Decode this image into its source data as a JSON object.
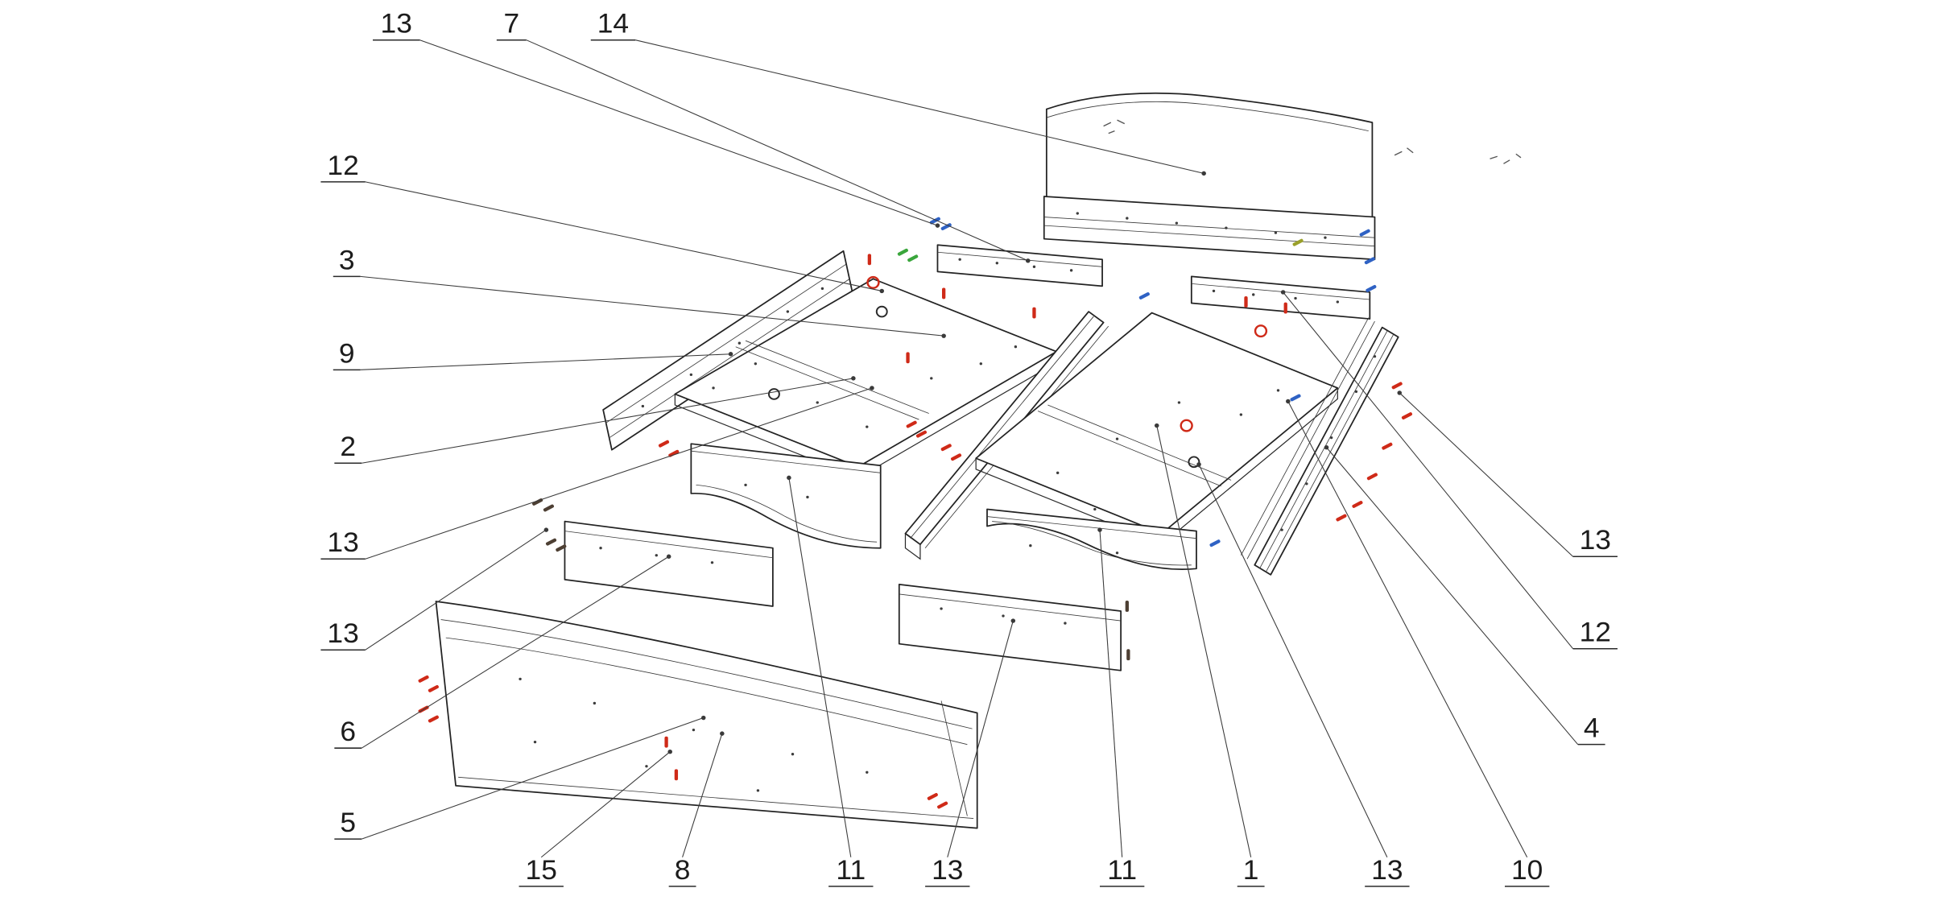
{
  "meta": {
    "kind": "exploded-assembly-drawing",
    "subject": "furniture (bed with drawers) exploded isometric view with numbered callouts",
    "background_color": "#ffffff",
    "line_color": "#232323"
  },
  "fastener_colors": {
    "red": "#cf2a18",
    "blue": "#2f62c4",
    "green": "#3aa63c",
    "dark": "#4d3f33",
    "olive": "#9aa02a"
  },
  "unique_part_numbers": [
    "1",
    "2",
    "3",
    "4",
    "5",
    "6",
    "7",
    "8",
    "9",
    "10",
    "11",
    "12",
    "13",
    "14",
    "15"
  ],
  "labels": [
    {
      "text": "13"
    },
    {
      "text": "7"
    },
    {
      "text": "14"
    },
    {
      "text": "12"
    },
    {
      "text": "3"
    },
    {
      "text": "9"
    },
    {
      "text": "2"
    },
    {
      "text": "13"
    },
    {
      "text": "13"
    },
    {
      "text": "6"
    },
    {
      "text": "5"
    },
    {
      "text": "15"
    },
    {
      "text": "8"
    },
    {
      "text": "11"
    },
    {
      "text": "13"
    },
    {
      "text": "11"
    },
    {
      "text": "1"
    },
    {
      "text": "13"
    },
    {
      "text": "10"
    },
    {
      "text": "13"
    },
    {
      "text": "12"
    },
    {
      "text": "4"
    }
  ]
}
